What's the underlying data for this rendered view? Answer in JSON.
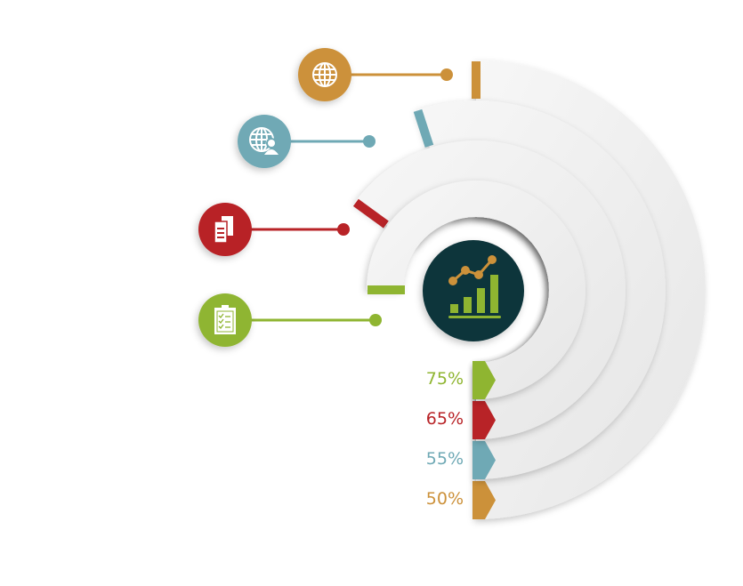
{
  "chart_data": {
    "type": "radial-bar",
    "unit": "%",
    "max": 100,
    "series": [
      {
        "name": "global",
        "icon": "globe-icon",
        "value": 50,
        "label": "50%",
        "color": "#cc913a"
      },
      {
        "name": "global-users",
        "icon": "globe-user-icon",
        "value": 55,
        "label": "55%",
        "color": "#6fa9b5"
      },
      {
        "name": "documents",
        "icon": "documents-icon",
        "value": 65,
        "label": "65%",
        "color": "#b82327"
      },
      {
        "name": "checklist",
        "icon": "clipboard-checklist-icon",
        "value": 75,
        "label": "75%",
        "color": "#8fb531"
      }
    ],
    "center_icon": "growth-chart-icon",
    "center_color": "#10353a"
  }
}
